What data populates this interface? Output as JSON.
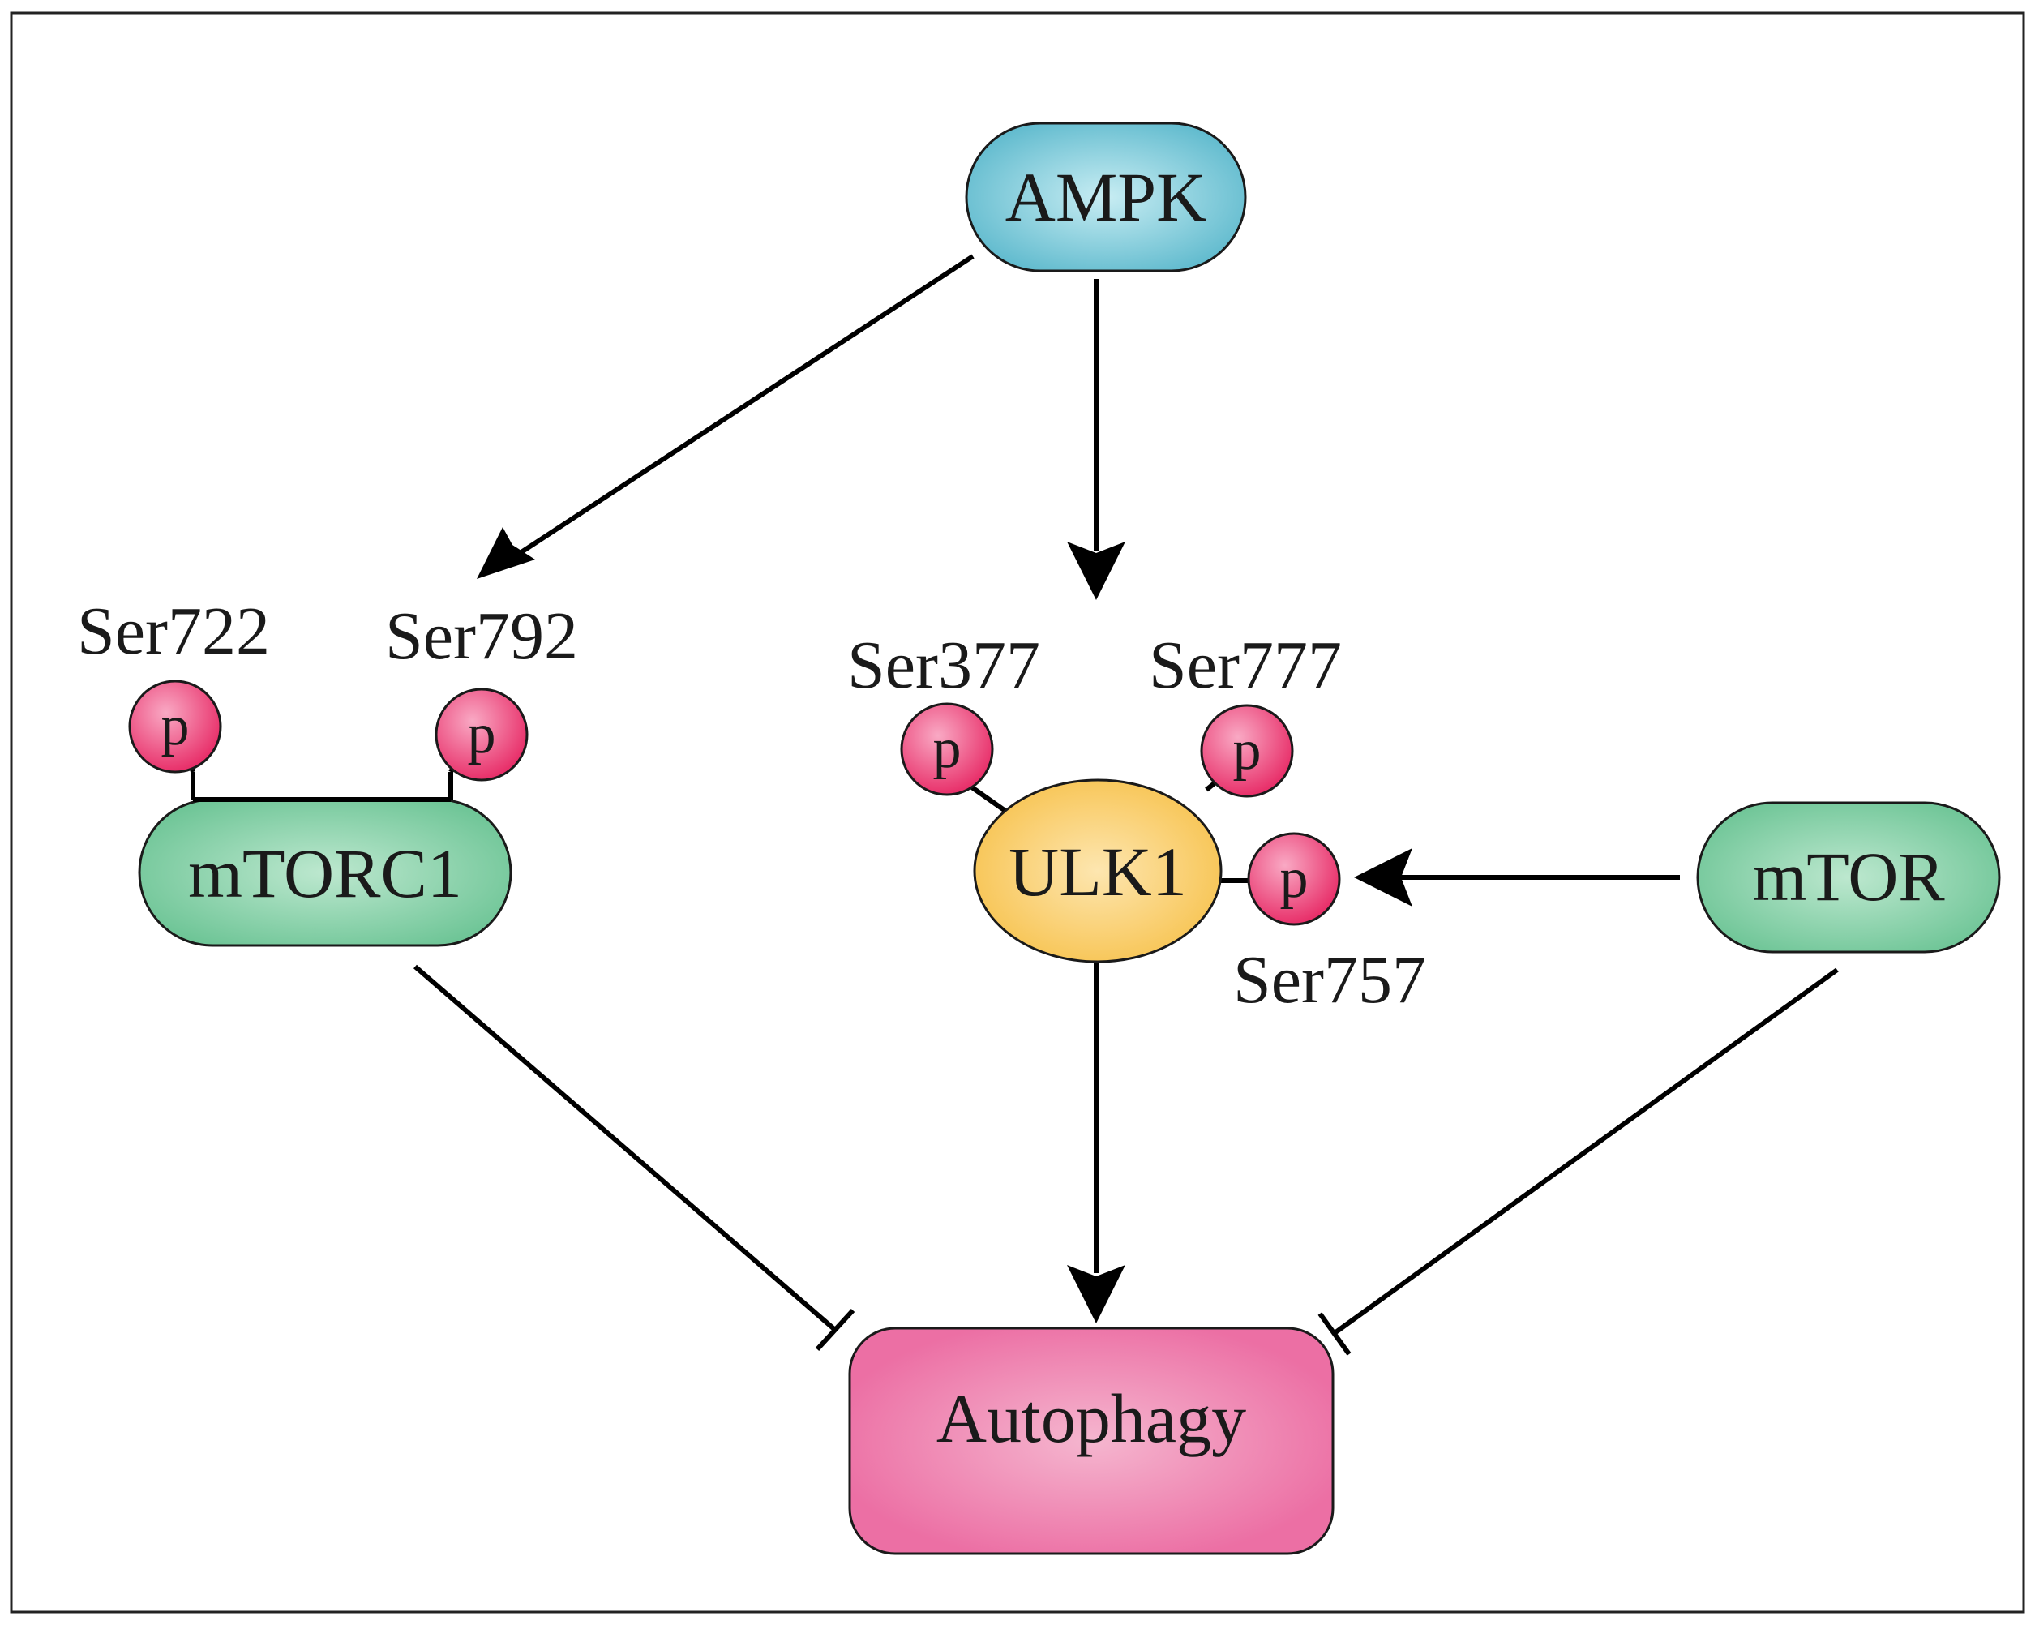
{
  "nodes": {
    "ampk": {
      "label": "AMPK",
      "color": "#5bb8cc"
    },
    "mtorc1": {
      "label": "mTORC1",
      "color": "#6cc495"
    },
    "ulk1": {
      "label": "ULK1",
      "color": "#f7c14a"
    },
    "mtor": {
      "label": "mTOR",
      "color": "#6cc495"
    },
    "autophagy": {
      "label": "Autophagy",
      "color": "#ec6fa4"
    }
  },
  "phospho": {
    "symbol": "p",
    "color": "#e8306a",
    "sites": {
      "ser722": "Ser722",
      "ser792": "Ser792",
      "ser377": "Ser377",
      "ser777": "Ser777",
      "ser757": "Ser757"
    }
  },
  "edges": [
    {
      "from": "AMPK",
      "to": "Ser792",
      "type": "activation"
    },
    {
      "from": "AMPK",
      "to": "ULK1",
      "type": "activation"
    },
    {
      "from": "mTOR",
      "to": "Ser757",
      "type": "activation"
    },
    {
      "from": "ULK1",
      "to": "Autophagy",
      "type": "activation"
    },
    {
      "from": "mTORC1",
      "to": "Autophagy",
      "type": "inhibition"
    },
    {
      "from": "mTOR",
      "to": "Autophagy",
      "type": "inhibition"
    }
  ]
}
